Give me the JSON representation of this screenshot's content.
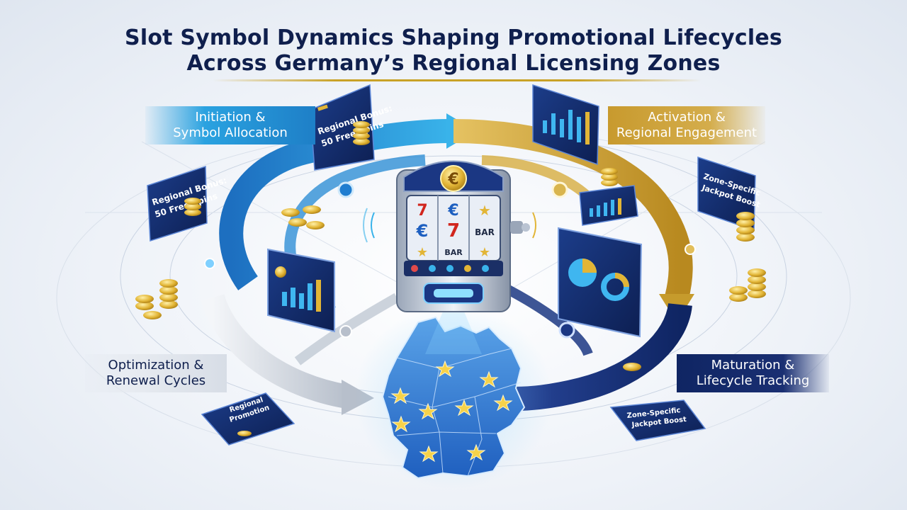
{
  "title": {
    "line1": "Slot Symbol Dynamics Shaping Promotional Lifecycles",
    "line2": "Across Germany’s Regional Licensing Zones"
  },
  "stages": {
    "initiation": {
      "line1": "Initiation &",
      "line2": "Symbol Allocation"
    },
    "activation": {
      "line1": "Activation &",
      "line2": "Regional Engagement"
    },
    "optimization": {
      "line1": "Optimization &",
      "line2": "Renewal Cycles"
    },
    "maturation": {
      "line1": "Maturation &",
      "line2": "Lifecycle Tracking"
    }
  },
  "cards": {
    "regional_bonus_top": {
      "line1": "Regional Bonus:",
      "line2": "50 Free Spins"
    },
    "regional_bonus_left": {
      "line1": "Regional Bonus:",
      "line2": "50 Free Spins"
    },
    "zone_jackpot_right": {
      "line1": "Zone-Specific",
      "line2": "Jackpot Boost"
    },
    "zone_jackpot_bottom": {
      "line1": "Zone-Specific",
      "line2": "Jackpot Boost"
    },
    "regional_bottom_left": {
      "line1": "Regional",
      "line2": "Promotion"
    }
  },
  "slot_machine": {
    "euro_symbol": "€",
    "reels": [
      "7",
      "€",
      "★",
      "€",
      "7",
      "BAR",
      "★",
      "BAR",
      "★"
    ]
  },
  "colors": {
    "navy": "#0f1f4d",
    "blue": "#2aa2e0",
    "gold": "#c9a227",
    "silver": "#c7ced8",
    "dark_navy": "#142a6e"
  }
}
